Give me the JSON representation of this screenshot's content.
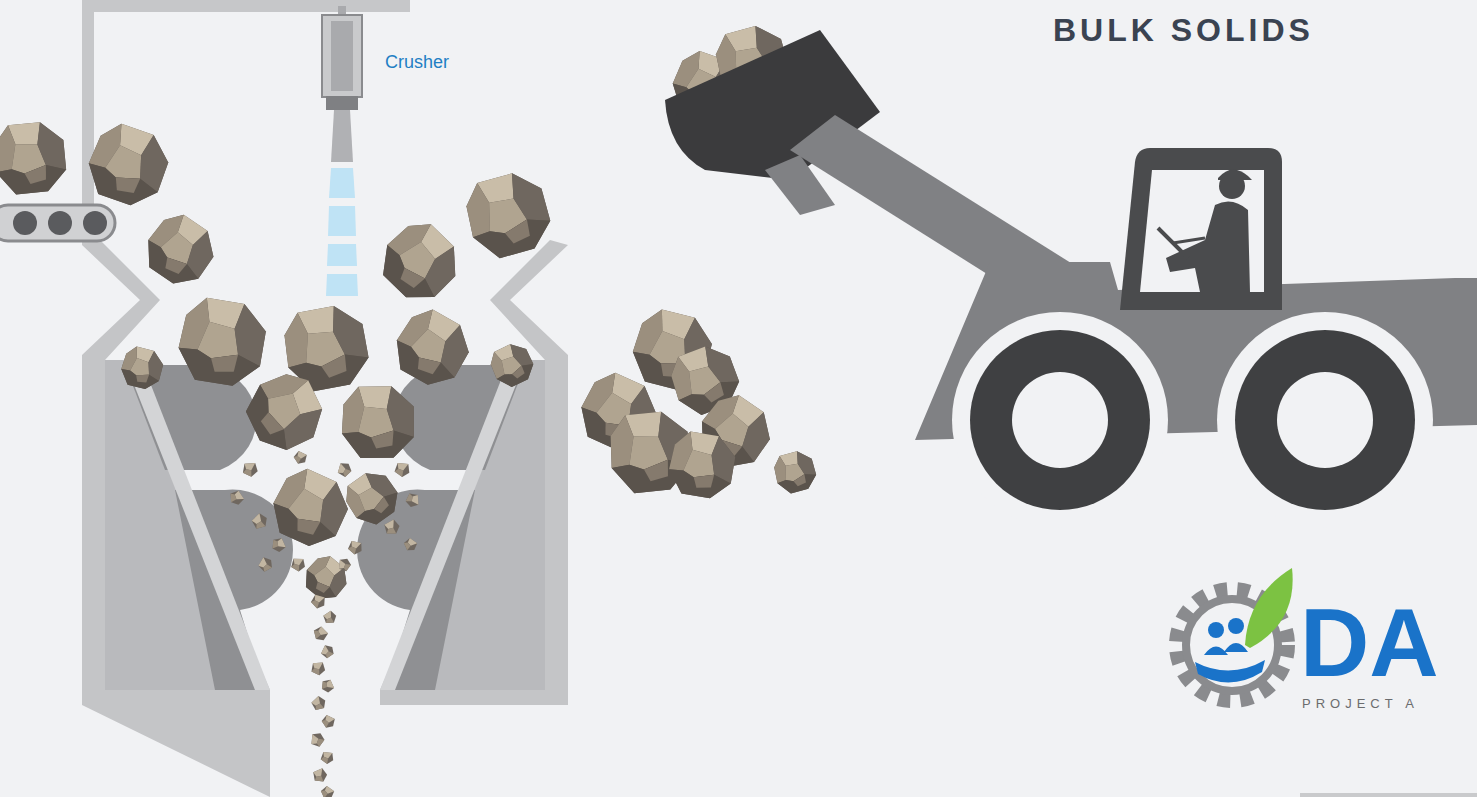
{
  "diagram": {
    "title": "BULK SOLIDS",
    "labels": [
      "Crusher",
      "DA",
      "PROJECT A"
    ]
  }
}
